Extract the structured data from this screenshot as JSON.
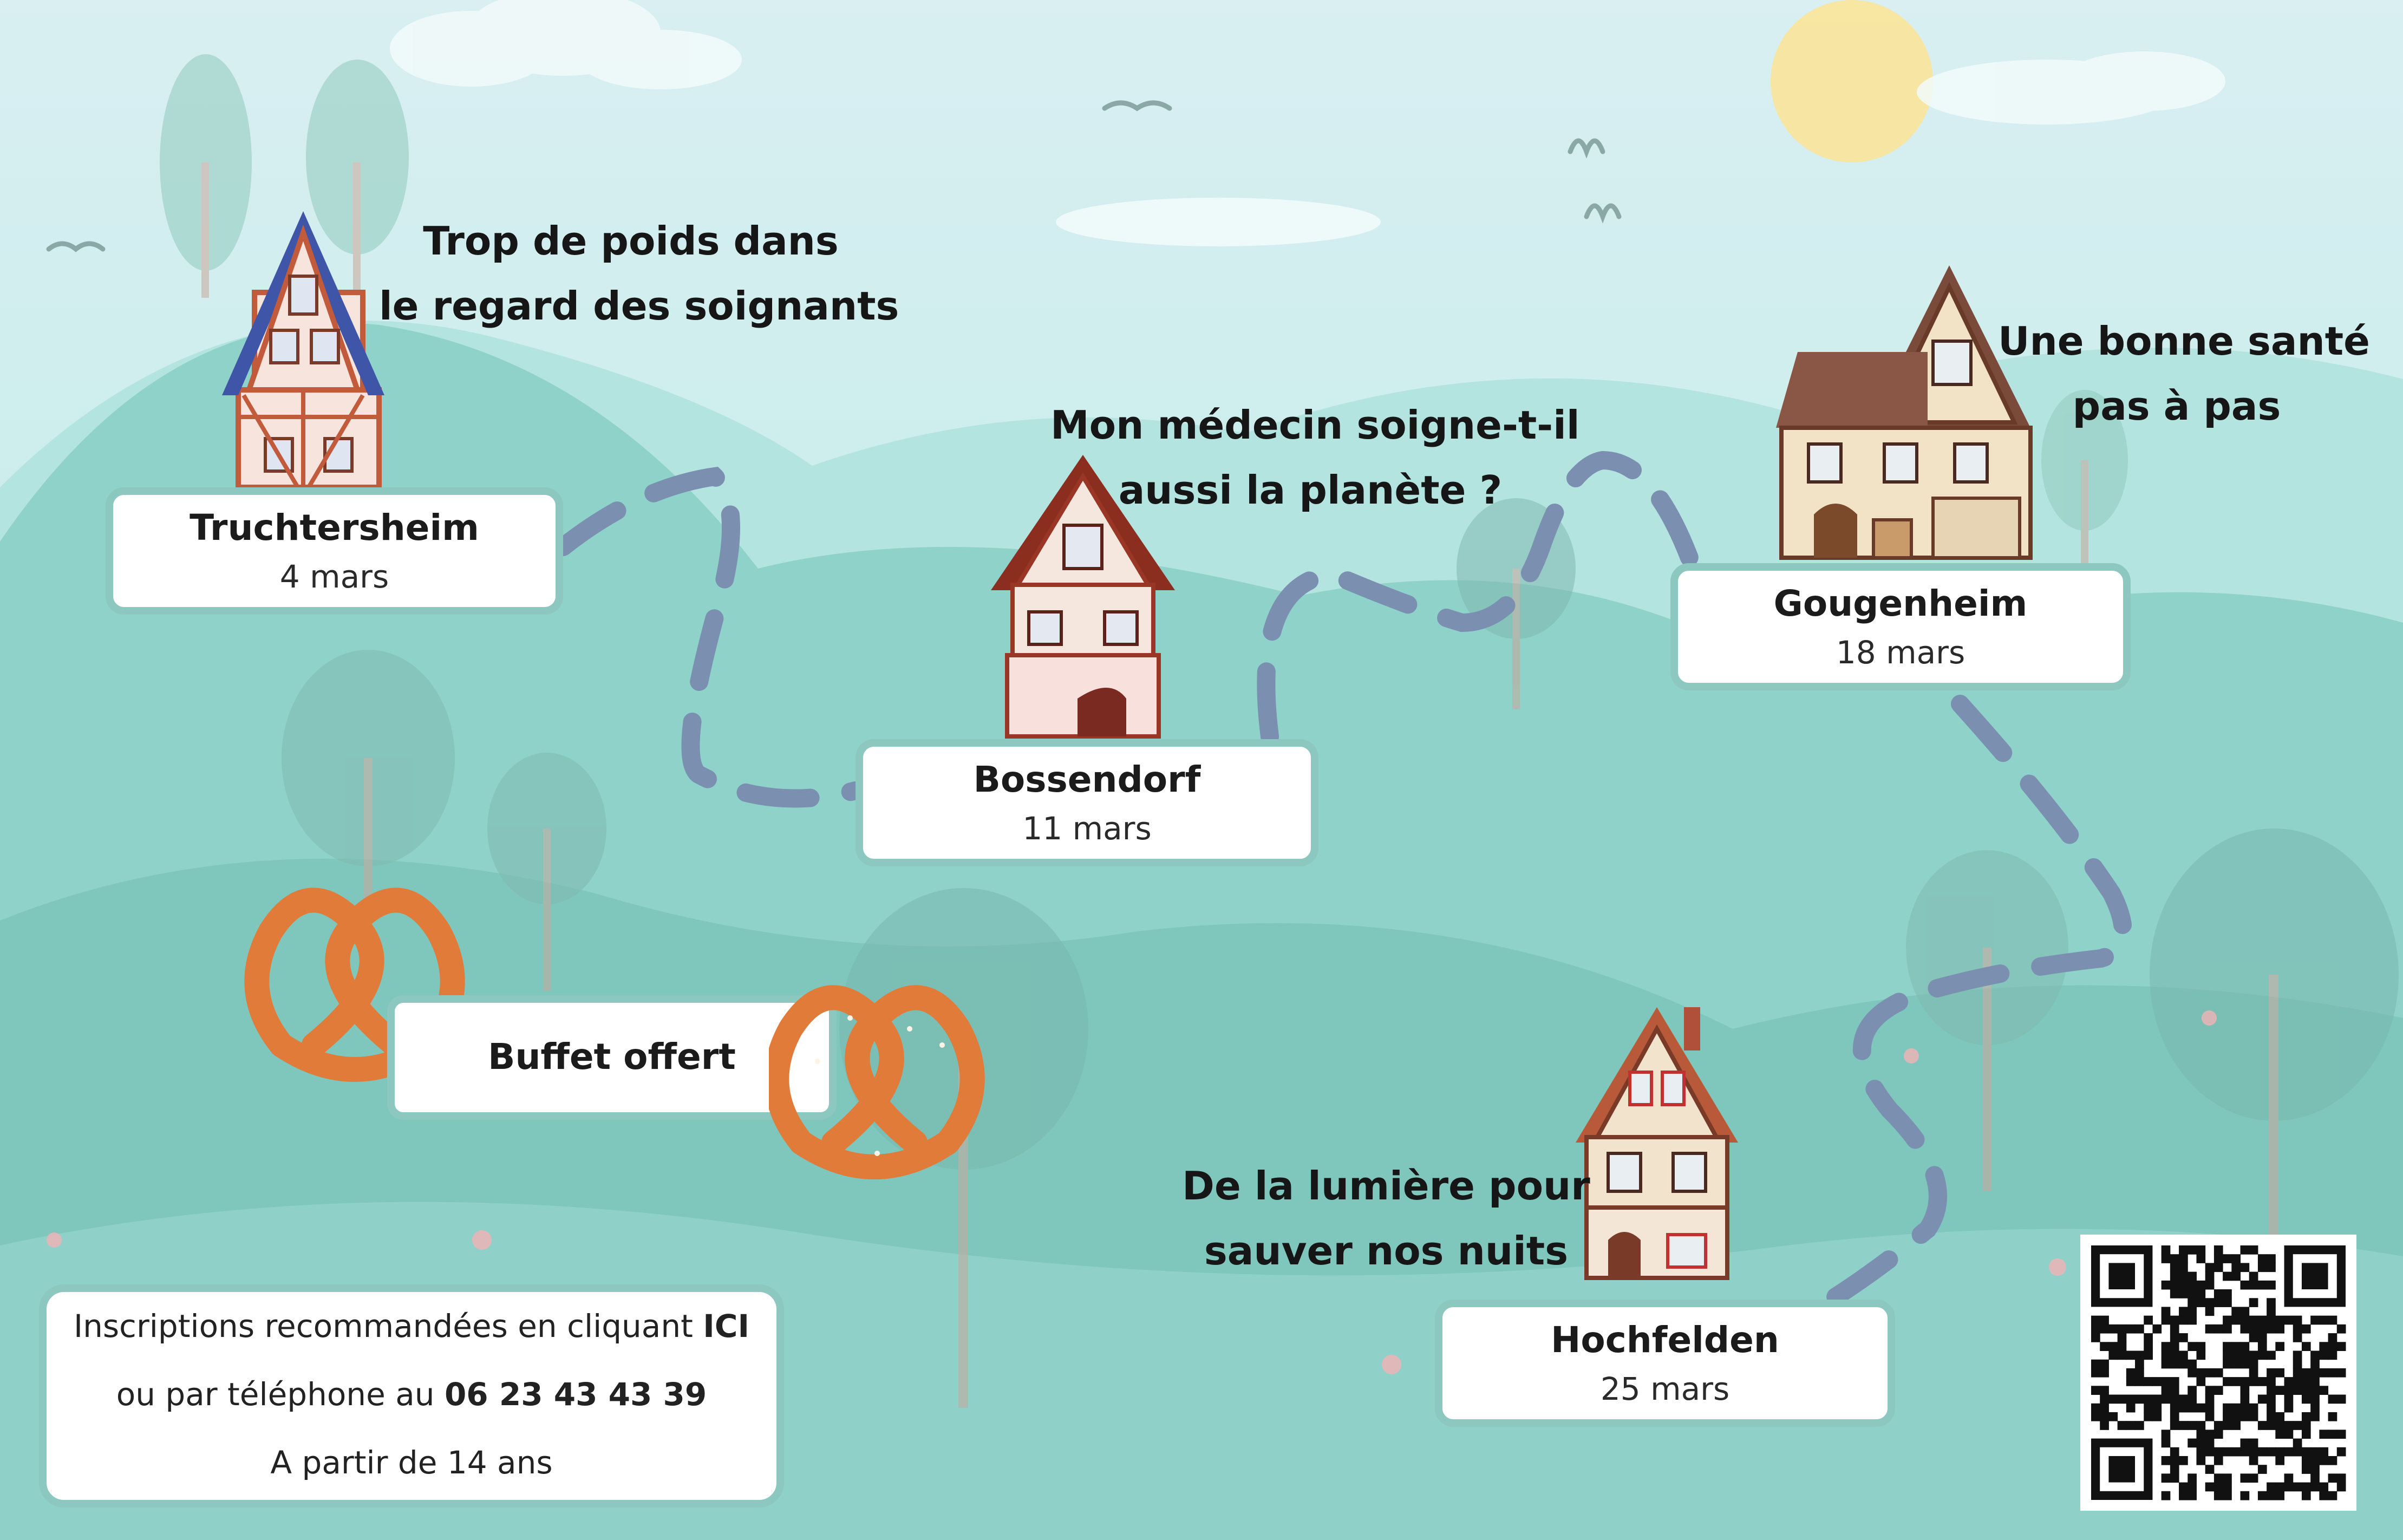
{
  "stops": [
    {
      "city": "Truchtersheim",
      "date": "4 mars"
    },
    {
      "city": "Bossendorf",
      "date": "11 mars"
    },
    {
      "city": "Gougenheim",
      "date": "18 mars"
    },
    {
      "city": "Hochfelden",
      "date": "25 mars"
    }
  ],
  "talks": [
    {
      "line1": "Trop de poids dans",
      "line2": "le regard des soignants"
    },
    {
      "line1": "Mon médecin soigne-t-il",
      "line2": "aussi la planète ?"
    },
    {
      "line1": "Une bonne santé",
      "line2": "pas à pas"
    },
    {
      "line1": "De la lumière pour",
      "line2": "sauver nos nuits"
    }
  ],
  "buffet": {
    "label": "Buffet offert"
  },
  "info": {
    "line1_text": "Inscriptions recommandées en cliquant ",
    "line1_link": "ICI",
    "line2_text": "ou par téléphone au ",
    "line2_phone": "06 23 43 43 39",
    "line3": "A partir de 14 ans"
  },
  "colors": {
    "sky": "#d6eef0",
    "hill": "#86cfc6",
    "card_border": "#8cc7c0",
    "path": "#7b8fb0",
    "pretzel": "#e07b3a",
    "sun": "#fbe49a"
  },
  "icons": {
    "house": "timber-house-icon",
    "pretzel": "pretzel-icon",
    "qr": "qr-code-icon"
  }
}
